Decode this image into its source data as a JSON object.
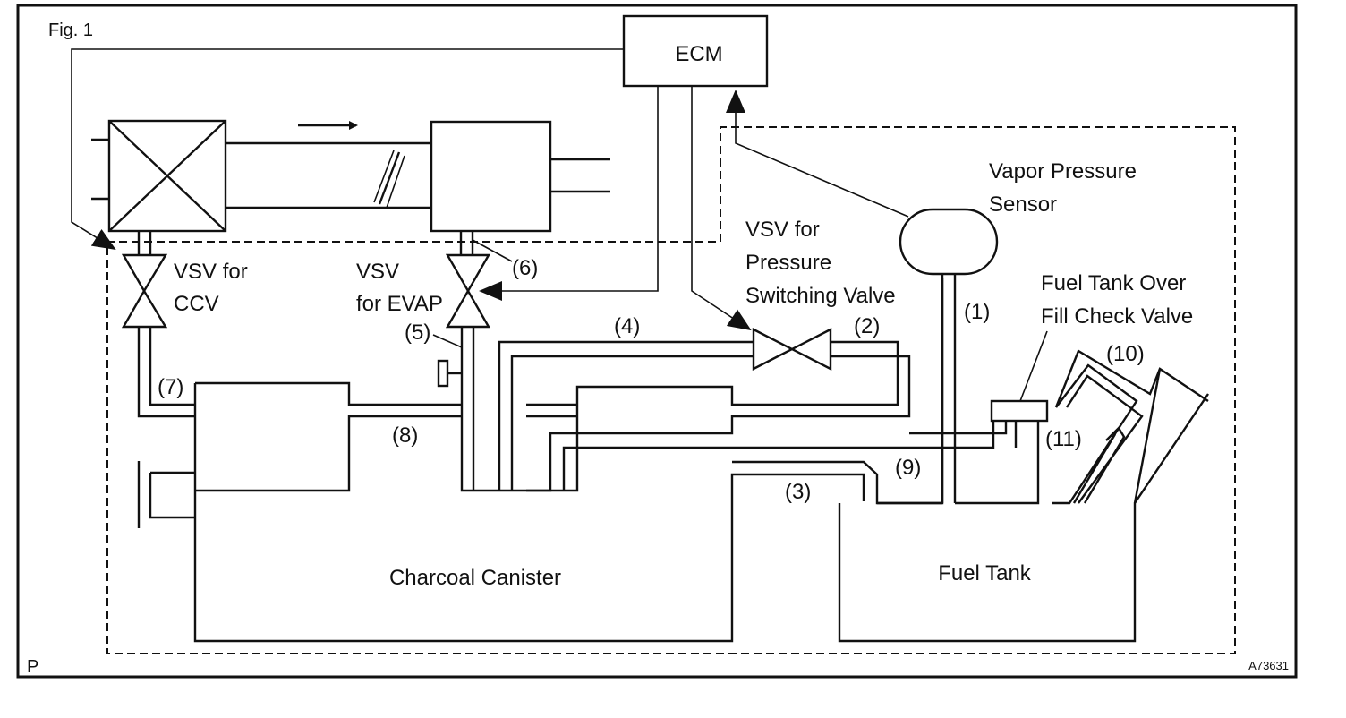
{
  "figure": {
    "label": "Fig. 1",
    "corner_mark": "P",
    "code": "A73631"
  },
  "components": {
    "ecm": "ECM",
    "vsv_ccv": [
      "VSV for",
      "CCV"
    ],
    "vsv_evap": [
      "VSV",
      "for EVAP"
    ],
    "vsv_pressure": [
      "VSV for",
      "Pressure",
      "Switching Valve"
    ],
    "vapor_sensor": [
      "Vapor Pressure",
      "Sensor"
    ],
    "check_valve": [
      "Fuel Tank Over",
      "Fill Check Valve"
    ],
    "canister": "Charcoal Canister",
    "fuel_tank": "Fuel Tank"
  },
  "ports": [
    "(1)",
    "(2)",
    "(3)",
    "(4)",
    "(5)",
    "(6)",
    "(7)",
    "(8)",
    "(9)",
    "(10)",
    "(11)"
  ]
}
